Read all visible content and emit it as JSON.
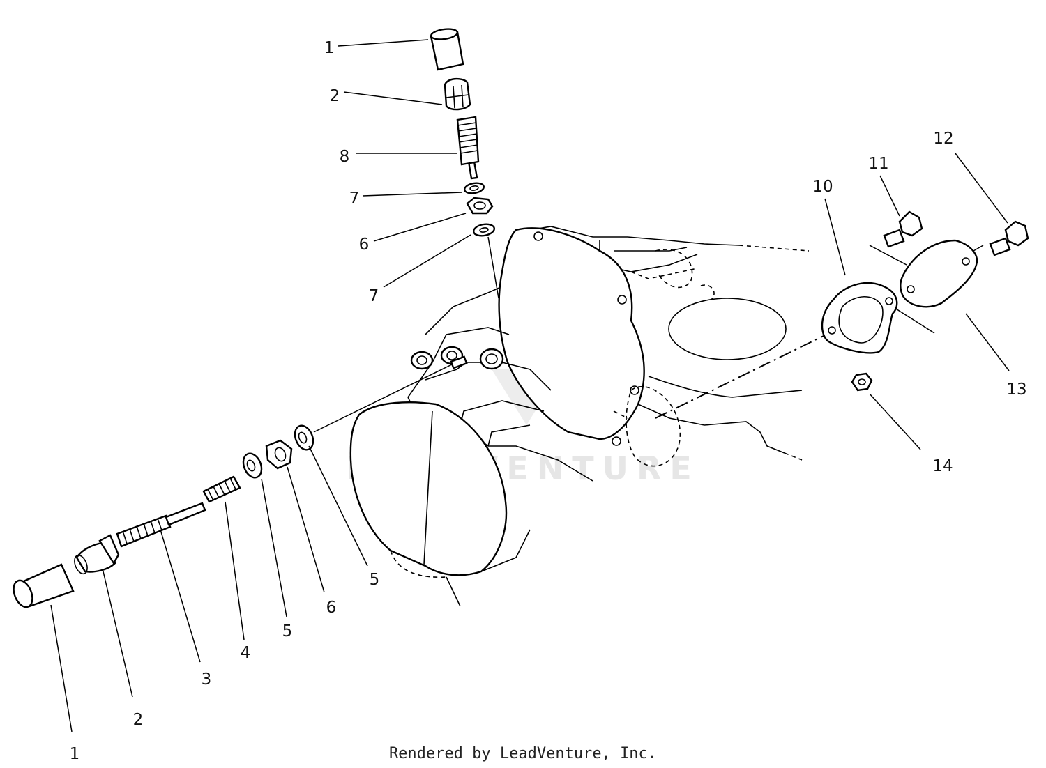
{
  "watermark": {
    "text": "LEADVENTURE"
  },
  "footer": {
    "text": "Rendered by LeadVenture, Inc."
  },
  "callouts": [
    {
      "id": "c1a",
      "label": "1"
    },
    {
      "id": "c2a",
      "label": "2"
    },
    {
      "id": "c8",
      "label": "8"
    },
    {
      "id": "c7a",
      "label": "7"
    },
    {
      "id": "c6a",
      "label": "6"
    },
    {
      "id": "c7b",
      "label": "7"
    },
    {
      "id": "c10",
      "label": "10"
    },
    {
      "id": "c11",
      "label": "11"
    },
    {
      "id": "c12",
      "label": "12"
    },
    {
      "id": "c13",
      "label": "13"
    },
    {
      "id": "c14",
      "label": "14"
    },
    {
      "id": "c5a",
      "label": "5"
    },
    {
      "id": "c6b",
      "label": "6"
    },
    {
      "id": "c5b",
      "label": "5"
    },
    {
      "id": "c4",
      "label": "4"
    },
    {
      "id": "c3",
      "label": "3"
    },
    {
      "id": "c2b",
      "label": "2"
    },
    {
      "id": "c1b",
      "label": "1"
    }
  ]
}
